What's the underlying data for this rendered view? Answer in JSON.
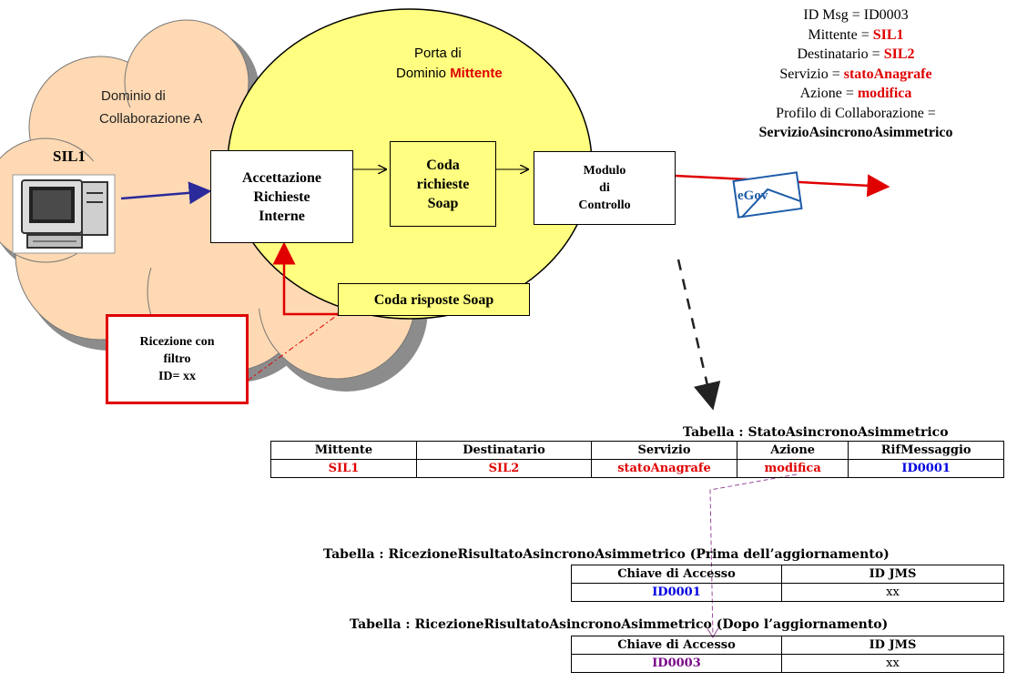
{
  "domain_area": {
    "domain_label_line1": "Dominio di",
    "domain_label_line2": "Collaborazione A",
    "port_label_line1": "Porta di",
    "port_label_line2_prefix": "Dominio ",
    "port_label_highlight": "Mittente",
    "sil_label": "SIL1"
  },
  "boxes": {
    "accettazione": [
      "Accettazione",
      "Richieste",
      "Interne"
    ],
    "coda_richieste": [
      "Coda",
      "richieste",
      "Soap"
    ],
    "modulo": [
      "Modulo",
      "di",
      "Controllo"
    ],
    "coda_risposte": "Coda risposte Soap",
    "ricezione": [
      "Ricezione con",
      "filtro",
      "ID= xx"
    ]
  },
  "envelope_label": "eGov",
  "message": {
    "id_line": "ID Msg = ID0003",
    "mittente_key": "Mittente = ",
    "mittente_val": "SIL1",
    "destinatario_key": "Destinatario = ",
    "destinatario_val": "SIL2",
    "servizio_key": "Servizio = ",
    "servizio_val": "statoAnagrafe",
    "azione_key": "Azione = ",
    "azione_val": "modifica",
    "profilo_line": "Profilo di Collaborazione =",
    "profilo_val": "ServizioAsincronoAsimmetrico"
  },
  "table_stato": {
    "title": "Tabella : StatoAsincronoAsimmetrico",
    "headers": [
      "Mittente",
      "Destinatario",
      "Servizio",
      "Azione",
      "RifMessaggio"
    ],
    "row": [
      "SIL1",
      "SIL2",
      "statoAnagrafe",
      "modifica",
      "ID0001"
    ]
  },
  "table_prima": {
    "title": "Tabella : RicezioneRisultatoAsincronoAsimmetrico  (Prima dell’aggiornamento)",
    "headers": [
      "Chiave di Accesso",
      "ID JMS"
    ],
    "row": [
      "ID0001",
      "xx"
    ]
  },
  "table_dopo": {
    "title": "Tabella : RicezioneRisultatoAsincronoAsimmetrico  (Dopo l’aggiornamento)",
    "headers": [
      "Chiave di Accesso",
      "ID JMS"
    ],
    "row": [
      "ID0003",
      "xx"
    ]
  },
  "colors": {
    "accent_red": "#e00000",
    "id_blue": "#0000e0",
    "id_purple": "#7a0a8a",
    "port_yellow": "#fffe80",
    "cloud_fill": "#ffd9b3",
    "cloud_shadow": "#8c8c8c",
    "arrow_navy": "#2a2a9a"
  }
}
